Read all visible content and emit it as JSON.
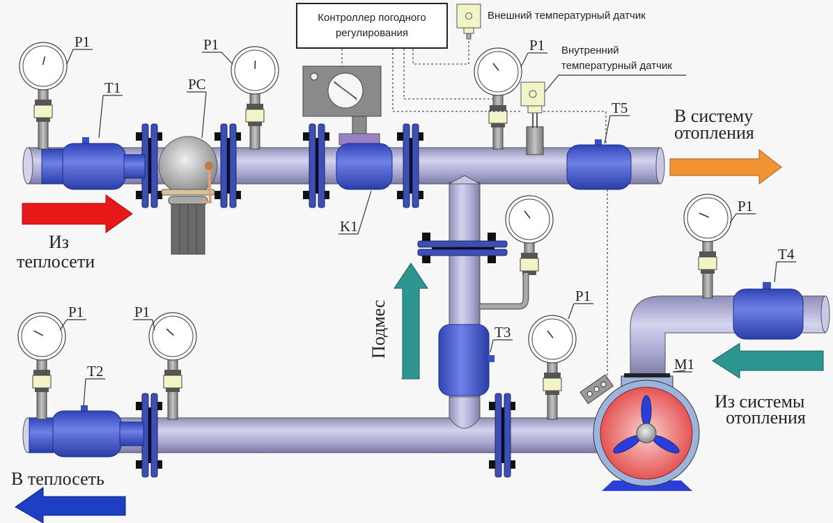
{
  "title": "Схема узла погодного регулирования с подмесом",
  "controller": {
    "line1": "Контроллер погодного",
    "line2": "регулирования"
  },
  "sensors": {
    "external": "Внешний температурный датчик",
    "internal_line1": "Внутренний",
    "internal_line2": "температурный датчик"
  },
  "labels": {
    "p1": "P1",
    "t1": "T1",
    "t2": "T2",
    "t3": "T3",
    "t4": "T4",
    "t5": "T5",
    "pc": "PC",
    "k1": "K1",
    "m1": "M1"
  },
  "flows": {
    "from_network_line1": "Из",
    "from_network_line2": "теплосети",
    "to_system_line1": "В систему",
    "to_system_line2": "отопления",
    "to_network": "В теплосеть",
    "from_system_line1": "Из системы",
    "from_system_line2": "отопления",
    "mix": "Подмес"
  },
  "colors": {
    "supply_arrow": "#e81818",
    "to_system_arrow": "#f29433",
    "return_arrow": "#1d3fc4",
    "mix_arrow": "#2e9690",
    "pipe": "#a9a8cf",
    "device_blue": "#3d52c6",
    "pump_red": "#ea5656",
    "sensor_yellow": "#f3f3c8"
  }
}
